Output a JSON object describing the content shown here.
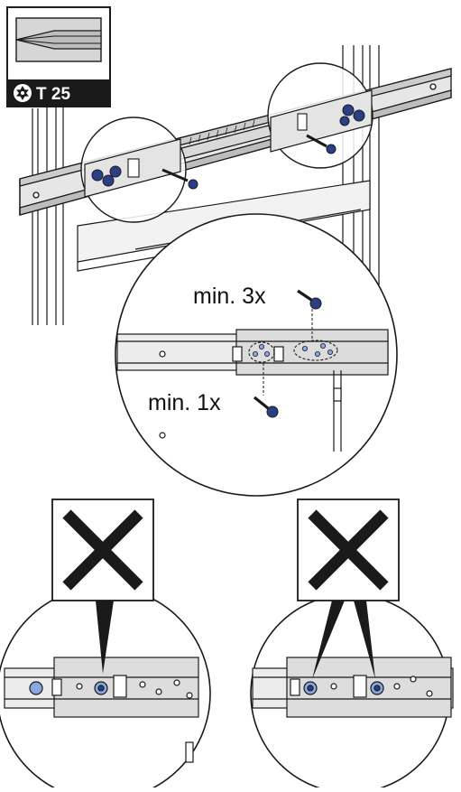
{
  "tool_badge": {
    "label": "T 25",
    "icon": "torx-star-icon"
  },
  "callouts": {
    "min_three": "min. 3x",
    "min_one": "min. 1x"
  },
  "wrong_examples": [
    {
      "mark": "cross-icon",
      "meaning": "incorrect"
    },
    {
      "mark": "cross-icon",
      "meaning": "incorrect"
    }
  ],
  "colors": {
    "line": "#1a1a1a",
    "rail_light": "#e9e9e9",
    "rail_mid": "#cfcfcf",
    "rail_dark": "#9a9a9a",
    "screw_blue": "#2a3f86",
    "hole_blue": "#8aa8e0",
    "badge_bg": "#1a1a1a"
  }
}
